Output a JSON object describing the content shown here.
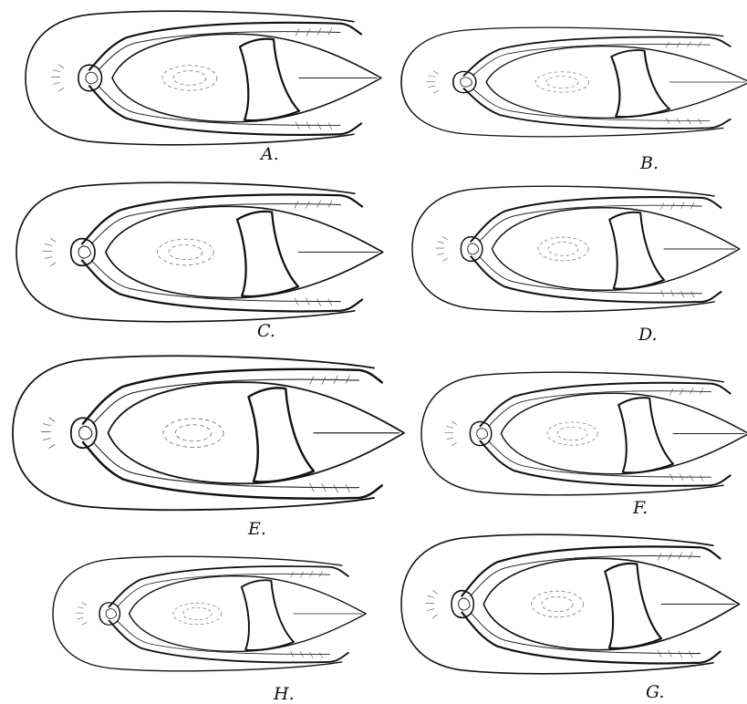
{
  "figures": [
    {
      "id": "A",
      "label": "A."
    },
    {
      "id": "B",
      "label": "B."
    },
    {
      "id": "C",
      "label": "C."
    },
    {
      "id": "D",
      "label": "D."
    },
    {
      "id": "E",
      "label": "E."
    },
    {
      "id": "F",
      "label": "F."
    },
    {
      "id": "H",
      "label": "H."
    },
    {
      "id": "G",
      "label": "G."
    }
  ]
}
